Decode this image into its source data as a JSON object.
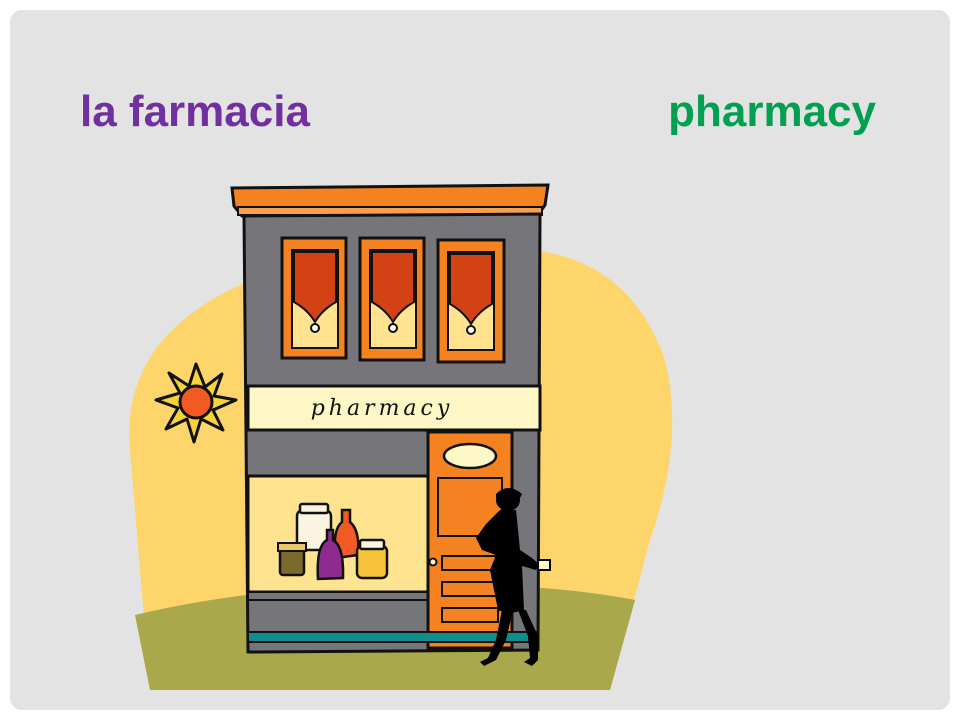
{
  "slide": {
    "word_italian": "la farmacia",
    "word_english": "pharmacy",
    "sign_text": "pharmacy"
  },
  "colors": {
    "background": "#e3e3e3",
    "italian_word": "#7030a0",
    "english_word": "#00a050",
    "blob": "#fdd56b",
    "ground": "#a9a84a",
    "building": "#76767a",
    "building_trim": "#f58220",
    "shades": "#d24214",
    "window_glow": "#ffe38e",
    "sign_board": "#fdf6c5",
    "sun": "#f25a24",
    "step": "#0f8c8c"
  },
  "icons": [
    "sun-icon",
    "jar-icon",
    "bottle-icon",
    "woman-silhouette"
  ]
}
